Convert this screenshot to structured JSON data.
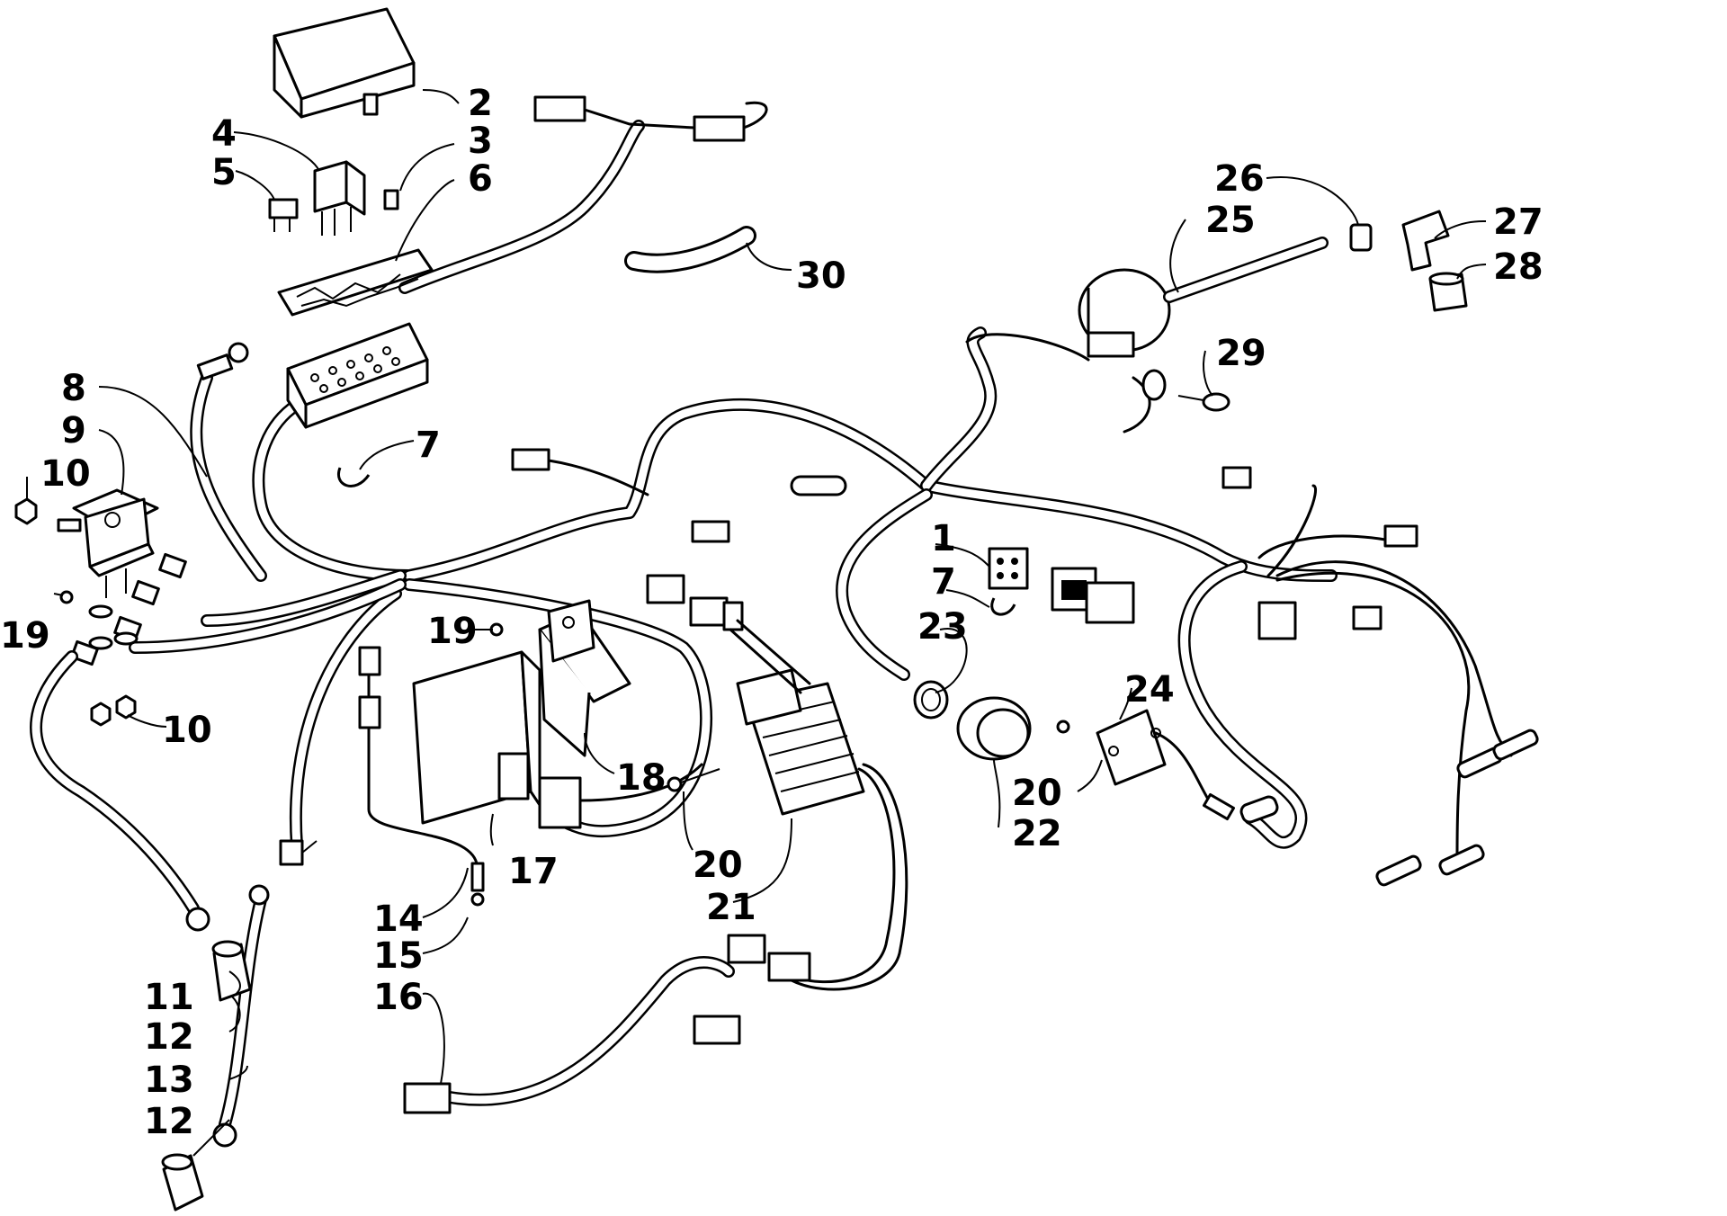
{
  "callouts": [
    {
      "label": "1"
    },
    {
      "label": "2"
    },
    {
      "label": "3"
    },
    {
      "label": "4"
    },
    {
      "label": "5"
    },
    {
      "label": "6"
    },
    {
      "label": "7"
    },
    {
      "label": "7"
    },
    {
      "label": "8"
    },
    {
      "label": "9"
    },
    {
      "label": "10"
    },
    {
      "label": "10"
    },
    {
      "label": "11"
    },
    {
      "label": "12"
    },
    {
      "label": "12"
    },
    {
      "label": "13"
    },
    {
      "label": "14"
    },
    {
      "label": "15"
    },
    {
      "label": "16"
    },
    {
      "label": "17"
    },
    {
      "label": "18"
    },
    {
      "label": "19"
    },
    {
      "label": "19"
    },
    {
      "label": "20"
    },
    {
      "label": "20"
    },
    {
      "label": "21"
    },
    {
      "label": "22"
    },
    {
      "label": "23"
    },
    {
      "label": "24"
    },
    {
      "label": "25"
    },
    {
      "label": "26"
    },
    {
      "label": "27"
    },
    {
      "label": "28"
    },
    {
      "label": "29"
    },
    {
      "label": "30"
    }
  ]
}
